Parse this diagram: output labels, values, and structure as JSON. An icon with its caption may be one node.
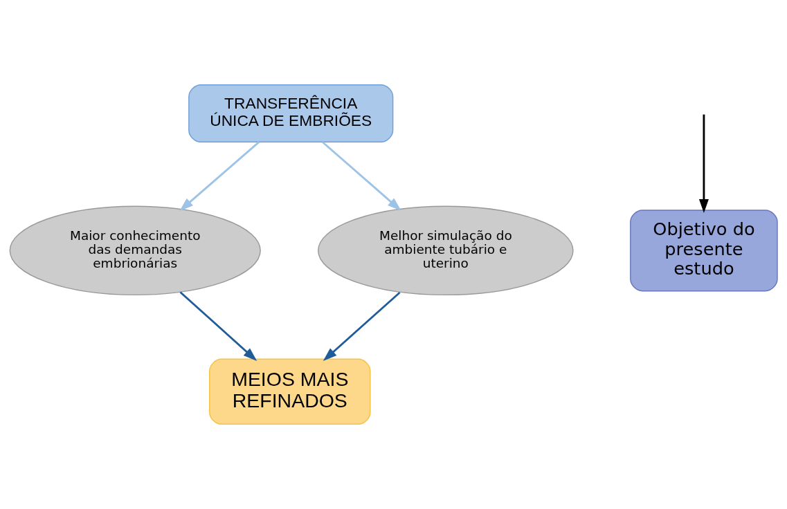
{
  "diagram": {
    "nodes": [
      {
        "text": [
          "TRANSFERÊNCIA ÚNICA DE EMBRIÕES"
        ]
      },
      {
        "text": [
          "Maior conhecimento das demandas embrionárias"
        ]
      },
      {
        "text": [
          "Melhor simulação do ambiente tubário e uterino"
        ]
      },
      {
        "text": [
          "MEIOS MAIS REFINADOS"
        ]
      },
      {
        "text": [
          "Objetivo do presente estudo"
        ]
      }
    ],
    "edges": [
      {
        "from": 0,
        "to": 1,
        "arrow": "to",
        "color": "#9dc3e6"
      },
      {
        "from": 0,
        "to": 2,
        "arrow": "to",
        "color": "#9dc3e6"
      },
      {
        "from": 1,
        "to": 3,
        "arrow": "to",
        "color": "#1f5c99"
      },
      {
        "from": 2,
        "to": 3,
        "arrow": "to",
        "color": "#1f5c99"
      },
      {
        "from": null,
        "to": 4,
        "arrow": "to",
        "color": "#000000"
      }
    ]
  }
}
